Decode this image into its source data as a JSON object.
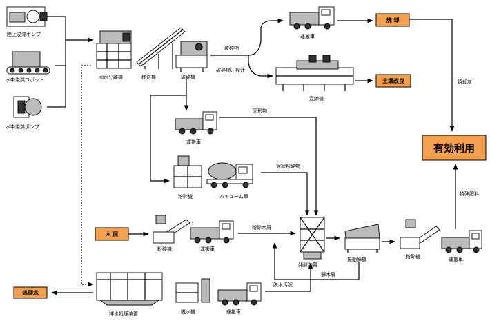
{
  "colors": {
    "accent_box": "#f5a04f",
    "line": "#000000"
  },
  "sources": {
    "land_pump": "陸上浚渫ポンプ",
    "robot": "水中浚渫ロボット",
    "water_pump": "水中浚渫ポンプ"
  },
  "machines": {
    "separator": "固水分離機",
    "conveyor": "移送機",
    "crusher1": "破砕機",
    "truck_top": "運搬車",
    "kneader": "混練機",
    "truck_mid": "運搬車",
    "crusher2": "粉砕機",
    "vacuum": "バキューム車",
    "crusher3": "粉砕機",
    "truck_wood": "運搬車",
    "ferment": "発酵装置",
    "sieve": "振動篩機",
    "crusher4": "粉砕機",
    "truck_final": "運搬車",
    "drain": "排水処理装置",
    "dewater": "脱水機",
    "truck_bottom": "運搬車"
  },
  "flows": {
    "crushed": "破砕物",
    "crushed_drain": "破砕物、搾汁",
    "solids": "固形物",
    "mud": "泥状粉砕物",
    "wood_chips": "粉砕木屑",
    "sludge": "脱水汚泥",
    "wood_residue": "篩木屑",
    "ash": "焼却灰",
    "compost": "特殊肥料"
  },
  "boxes": {
    "burn": "焼 却",
    "soil": "土壌改良",
    "wood": "木 屑",
    "water": "処理水",
    "reuse": "有効利用"
  }
}
